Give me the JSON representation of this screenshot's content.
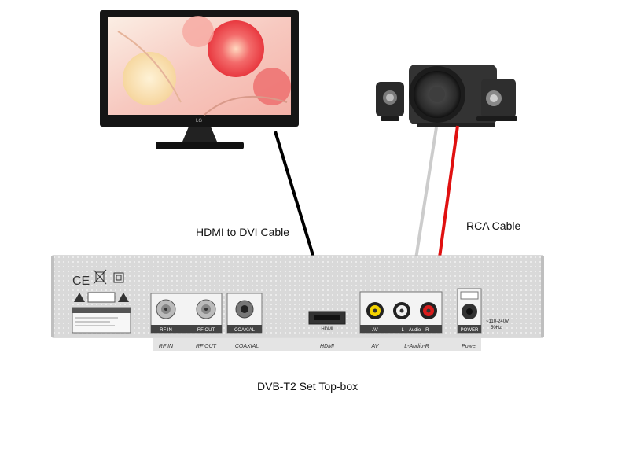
{
  "monitor": {
    "brand": "LG"
  },
  "cables": {
    "hdmi_label": "HDMI to DVI Cable",
    "rca_label": "RCA Cable"
  },
  "device": {
    "caption": "DVB-T2 Set Top-box",
    "panel_labels": {
      "rf_in": "RF IN",
      "rf_out": "RF OUT",
      "coaxial": "COAXIAL",
      "hdmi": "HDMI",
      "av": "AV",
      "audio": "L—Audio—R",
      "power": "POWER",
      "voltage": "~110-240V",
      "frequency": "50Hz"
    },
    "strip_labels": {
      "rf_in": "RF IN",
      "rf_out": "RF OUT",
      "coaxial": "COAXIAL",
      "hdmi": "HDMI",
      "av": "AV",
      "audio": "L-Audio-R",
      "power": "Power"
    }
  },
  "colors": {
    "hdmi_cable": "#000000",
    "rca_white": "#cccccc",
    "rca_red": "#e01010",
    "panel": "#d8d8d8",
    "strip": "#e4e4e4"
  }
}
